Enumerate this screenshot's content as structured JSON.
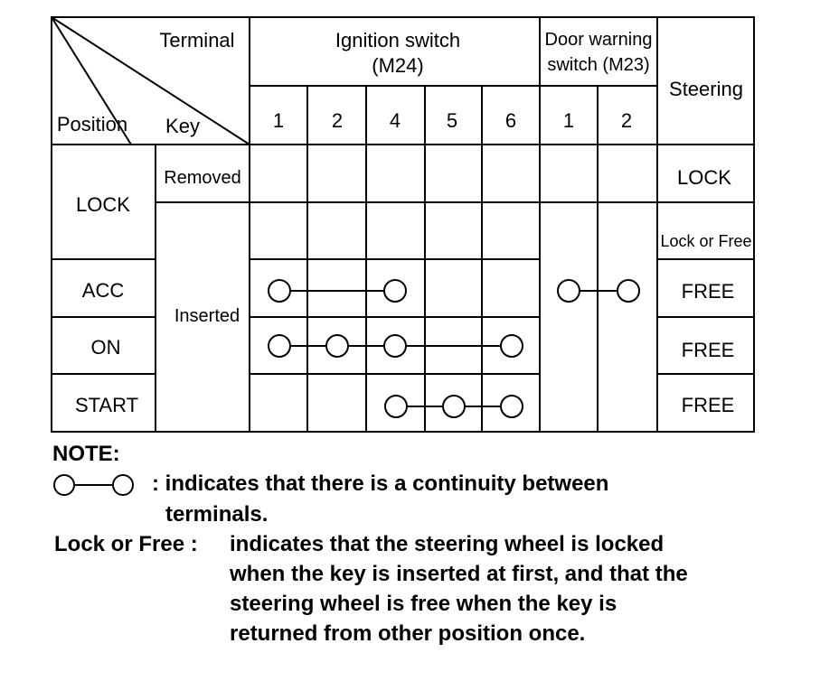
{
  "table": {
    "header": {
      "terminal": "Terminal",
      "position": "Position",
      "key": "Key",
      "ignition_line1": "Ignition switch",
      "ignition_line2": "(M24)",
      "door_line1": "Door warning",
      "door_line2": "switch (M23)",
      "steering": "Steering",
      "ignition_terminals": [
        "1",
        "2",
        "4",
        "5",
        "6"
      ],
      "door_terminals": [
        "1",
        "2"
      ]
    },
    "positions": [
      "LOCK",
      "ACC",
      "ON",
      "START"
    ],
    "keys": [
      "Removed",
      "Inserted"
    ],
    "steering_values": [
      "LOCK",
      "Lock or Free",
      "FREE",
      "FREE",
      "FREE"
    ],
    "continuity": [
      {
        "position": "ACC",
        "group": "Ignition switch",
        "terminals": [
          "1",
          "4"
        ]
      },
      {
        "position": "ACC",
        "group": "Door warning switch",
        "terminals": [
          "1",
          "2"
        ]
      },
      {
        "position": "ON",
        "group": "Ignition switch",
        "terminals": [
          "1",
          "2",
          "4",
          "6"
        ]
      },
      {
        "position": "START",
        "group": "Ignition switch",
        "terminals": [
          "4",
          "5",
          "6"
        ]
      }
    ]
  },
  "notes": {
    "title": "NOTE:",
    "symbol_text_line1": ": indicates that there is a continuity between",
    "symbol_text_line2": "terminals.",
    "lock_free_label": "Lock or Free :",
    "lock_free_line1": "indicates that the steering wheel is locked",
    "lock_free_line2": "when the key is inserted at first, and that the",
    "lock_free_line3": "steering wheel is free when the key is",
    "lock_free_line4": "returned from other position once."
  }
}
